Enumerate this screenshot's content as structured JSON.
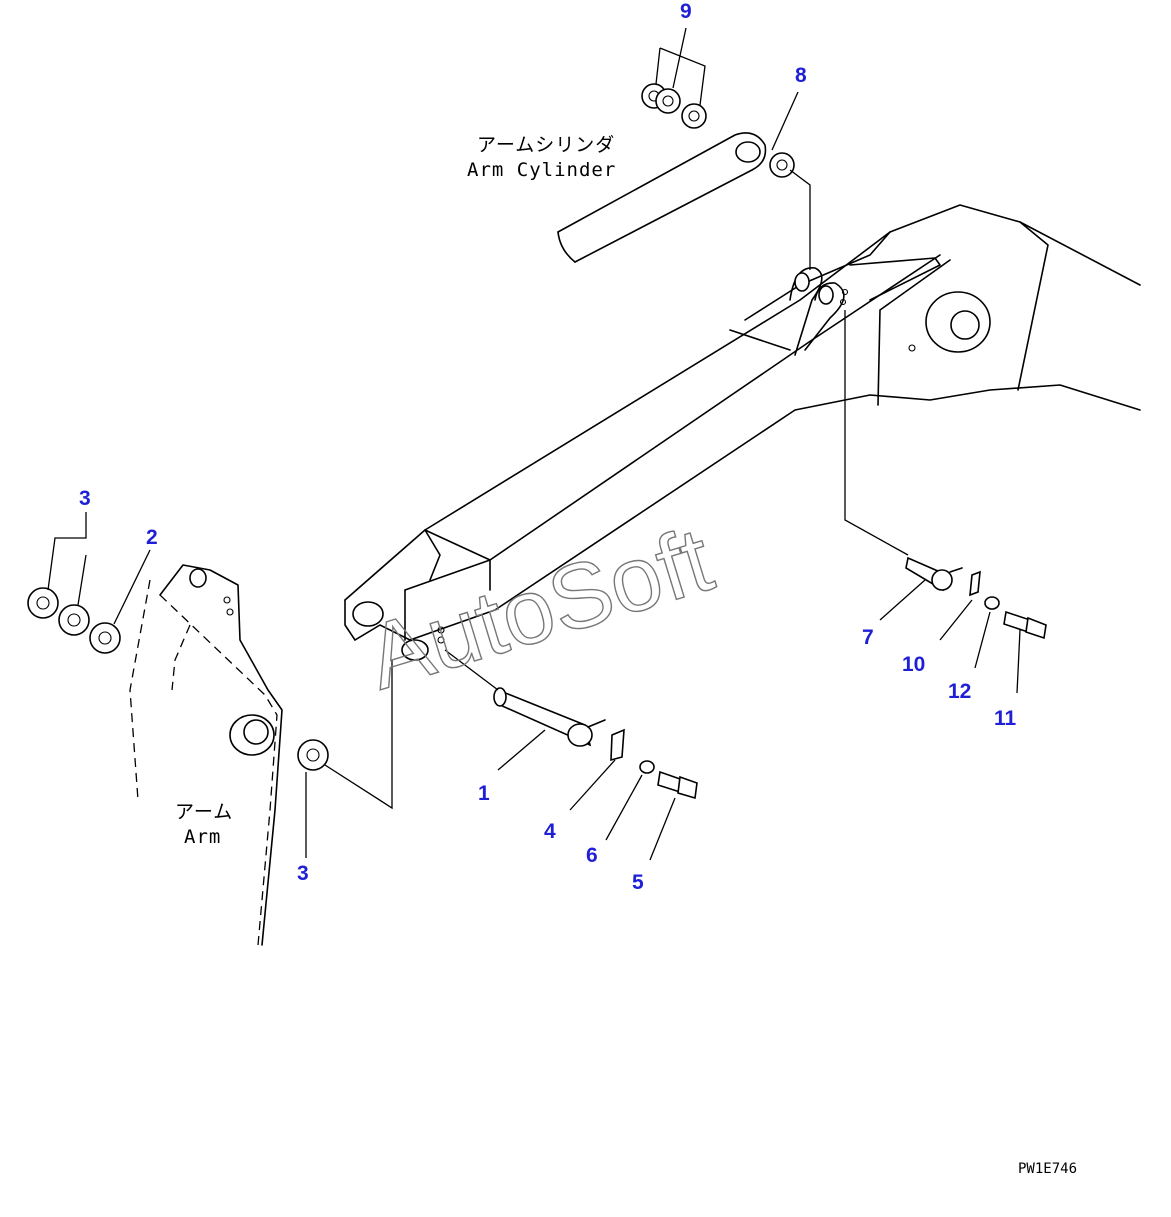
{
  "labels": {
    "arm_cylinder_jp": "アームシリンダ",
    "arm_cylinder_en": "Arm Cylinder",
    "arm_jp": "アーム",
    "arm_en": "Arm"
  },
  "callouts": {
    "c1": "1",
    "c2": "2",
    "c3a": "3",
    "c3b": "3",
    "c4": "4",
    "c5": "5",
    "c6": "6",
    "c7": "7",
    "c8": "8",
    "c9": "9",
    "c10": "10",
    "c11": "11",
    "c12": "12"
  },
  "drawing_code": "PW1E746",
  "watermark": "AutoSoft",
  "colors": {
    "callout": "#1f1fd6",
    "linework": "#000000",
    "watermark": "#777777"
  }
}
